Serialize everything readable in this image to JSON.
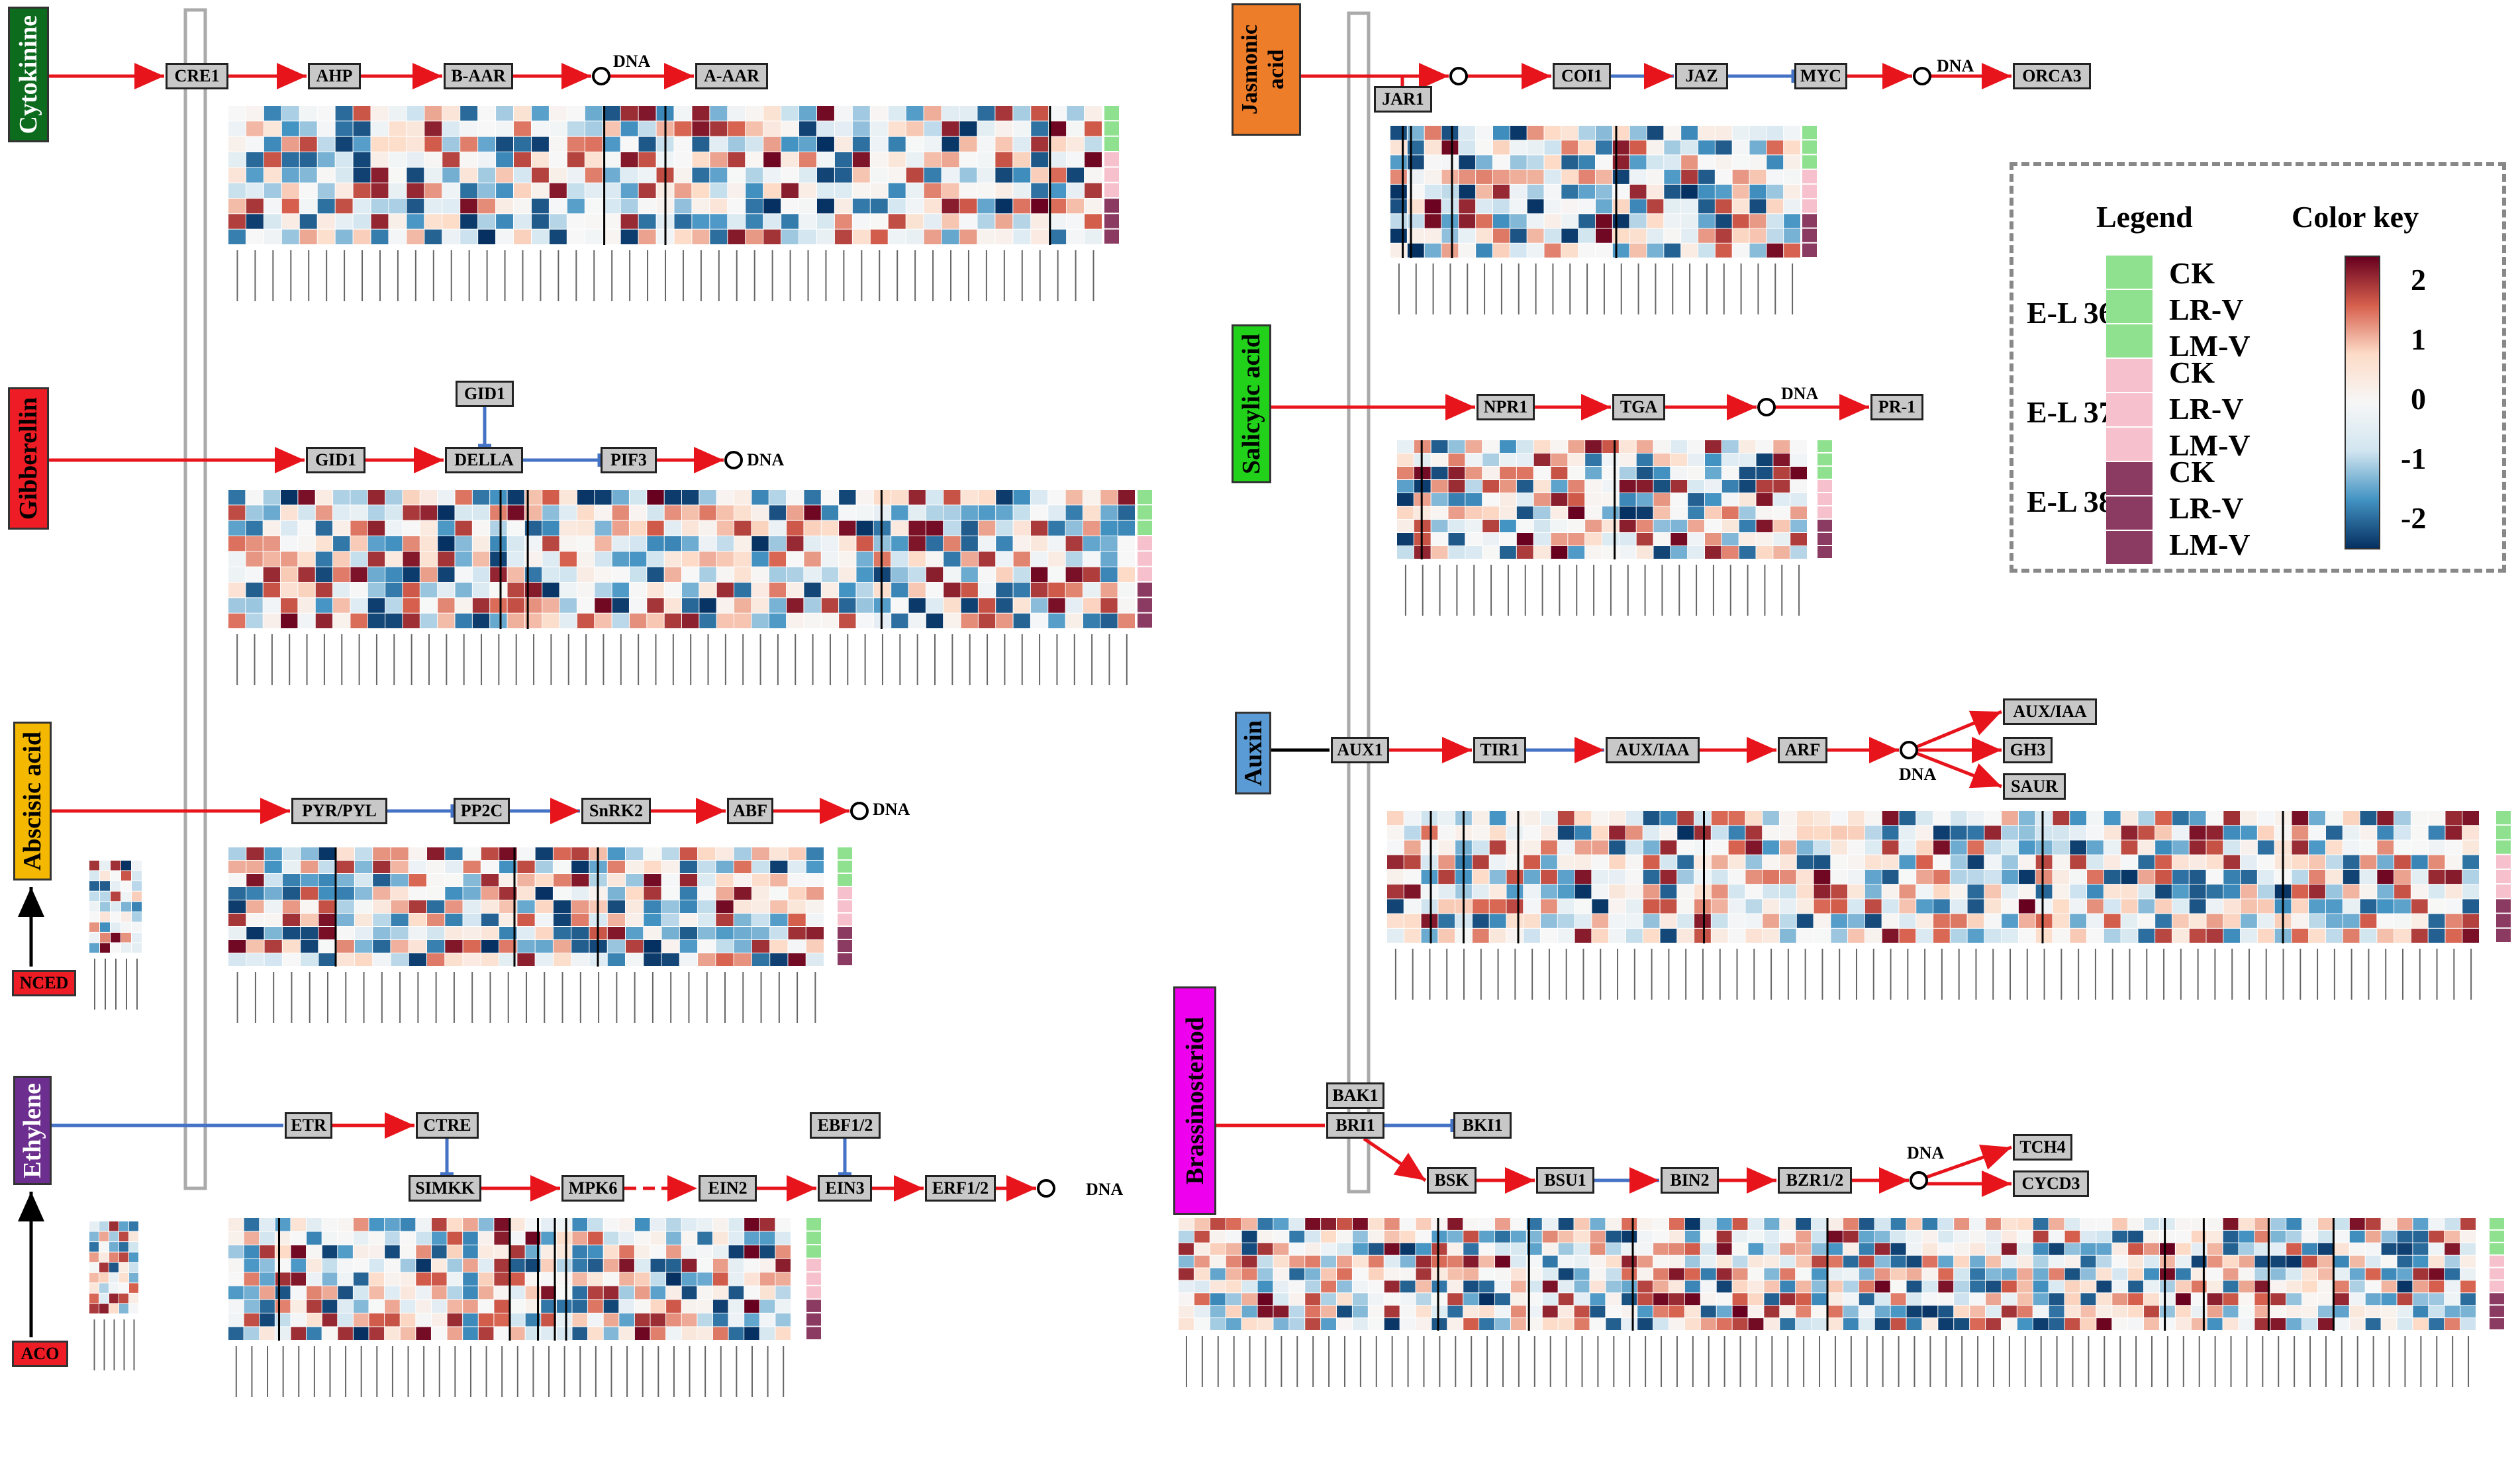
{
  "hormones": {
    "cytokinine": "Cytokinine",
    "gibberellin": "Gibberellin",
    "abscisic": "Abscisic acid",
    "ethylene": "Ethylene",
    "jasmonic": "Jasmonic acid",
    "salicylic": "Salicylic acid",
    "auxin": "Auxin",
    "brassino": "Brassinosteriod"
  },
  "precursors": {
    "nced": "NCED",
    "aco": "ACO"
  },
  "genes": {
    "cre1": "CRE1",
    "ahp": "AHP",
    "baar": "B-AAR",
    "aaar": "A-AAR",
    "gid1_top": "GID1",
    "gid1": "GID1",
    "della": "DELLA",
    "pif3": "PIF3",
    "pyr": "PYR/PYL",
    "pp2c": "PP2C",
    "snrk2": "SnRK2",
    "abf": "ABF",
    "etr": "ETR",
    "ctre": "CTRE",
    "simkk": "SIMKK",
    "mpk6": "MPK6",
    "ein2": "EIN2",
    "ein3": "EIN3",
    "erf12": "ERF1/2",
    "ebf12": "EBF1/2",
    "jar1": "JAR1",
    "coi1": "COI1",
    "jaz": "JAZ",
    "myc": "MYC",
    "orca3": "ORCA3",
    "npr1": "NPR1",
    "tga": "TGA",
    "pr1": "PR-1",
    "aux1": "AUX1",
    "tir1": "TIR1",
    "auxiaa": "AUX/IAA",
    "arf": "ARF",
    "auxiaa2": "AUX/IAA",
    "gh3": "GH3",
    "saur": "SAUR",
    "bak1": "BAK1",
    "bri1": "BRI1",
    "bki1": "BKI1",
    "bsk": "BSK",
    "bsu1": "BSU1",
    "bin2": "BIN2",
    "bzr12": "BZR1/2",
    "tch4": "TCH4",
    "cycd3": "CYCD3"
  },
  "dna_label": "DNA",
  "legend": {
    "title": "Legend",
    "color_key_title": "Color key",
    "stages": [
      "E-L 36",
      "E-L 37",
      "E-L 38"
    ],
    "treatments": [
      "CK",
      "LR-V",
      "LM-V",
      "CK",
      "LR-V",
      "LM-V",
      "CK",
      "LR-V",
      "LM-V"
    ],
    "ticks": [
      "2",
      "1",
      "0",
      "-1",
      "-2"
    ],
    "stage_colors": [
      "#8fe08f",
      "#f6c0cc",
      "#8b3a62"
    ]
  },
  "colors": {
    "cytokinine": "#0d6b1e",
    "gibberellin": "#ee1c24",
    "abscisic": "#f5b800",
    "ethylene": "#6d2f8f",
    "jasmonic": "#ee7d2a",
    "salicylic": "#22d11a",
    "auxin": "#5b9bd5",
    "brassino": "#ee00ee",
    "precursor": "#ee1c24",
    "arrow_red": "#e8141c",
    "arrow_blue": "#4472c4"
  }
}
